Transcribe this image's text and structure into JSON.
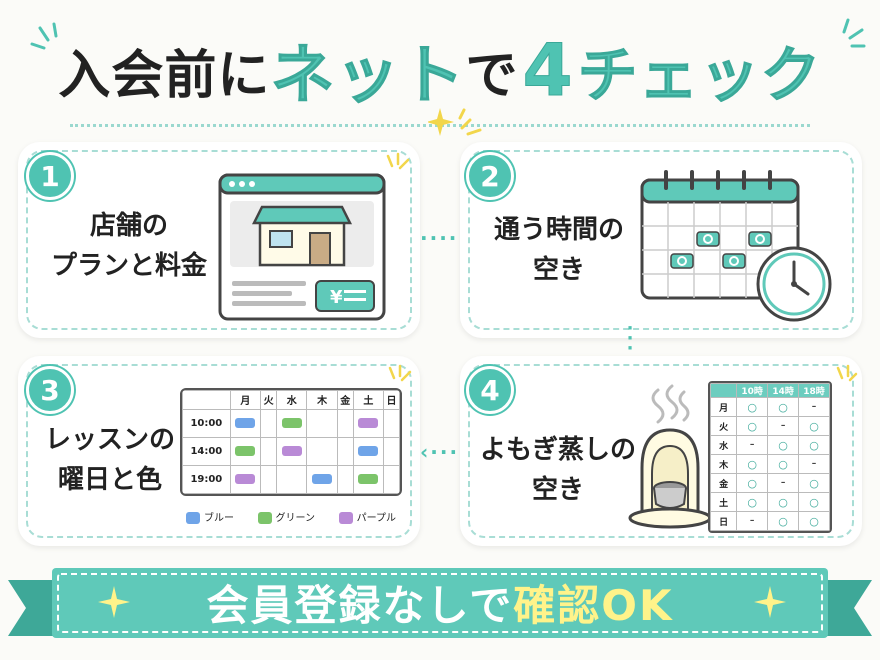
{
  "title": {
    "part1": "入会前に",
    "part2": "ネット",
    "part3": "で",
    "part4": "4",
    "part5": "チェック"
  },
  "cards": [
    {
      "number": "1",
      "label_line1": "店舗の",
      "label_line2": "プランと料金",
      "price_mark": "¥"
    },
    {
      "number": "2",
      "label_line1": "通う時間の",
      "label_line2": "空き"
    },
    {
      "number": "3",
      "label_line1": "レッスンの",
      "label_line2": "曜日と色"
    },
    {
      "number": "4",
      "label_line1": "よもぎ蒸しの",
      "label_line2": "空き"
    }
  ],
  "schedule": {
    "days": [
      "月",
      "火",
      "水",
      "木",
      "金",
      "土",
      "日"
    ],
    "times": [
      "10:00",
      "14:00",
      "19:00"
    ],
    "legend": [
      {
        "label": "ブルー",
        "color": "#6fa4e8"
      },
      {
        "label": "グリーン",
        "color": "#7cc46a"
      },
      {
        "label": "パープル",
        "color": "#b98ad6"
      }
    ]
  },
  "availability": {
    "headers": [
      "10時",
      "14時",
      "18時"
    ],
    "rows": [
      {
        "day": "月",
        "values": [
          "○",
          "○",
          "–"
        ]
      },
      {
        "day": "火",
        "values": [
          "○",
          "–",
          "○"
        ]
      },
      {
        "day": "水",
        "values": [
          "–",
          "○",
          "○"
        ]
      },
      {
        "day": "木",
        "values": [
          "○",
          "○",
          "–"
        ]
      },
      {
        "day": "金",
        "values": [
          "○",
          "–",
          "○"
        ]
      },
      {
        "day": "土",
        "values": [
          "○",
          "○",
          "○"
        ]
      },
      {
        "day": "日",
        "values": [
          "–",
          "○",
          "○"
        ]
      }
    ]
  },
  "footer": {
    "part1": "会員登録なしで",
    "part2": "確認OK"
  },
  "colors": {
    "teal": "#4fc3b2",
    "teal_light": "#a8ddd5",
    "ribbon": "#5fc9b9",
    "highlight_yellow": "#fff38a"
  }
}
